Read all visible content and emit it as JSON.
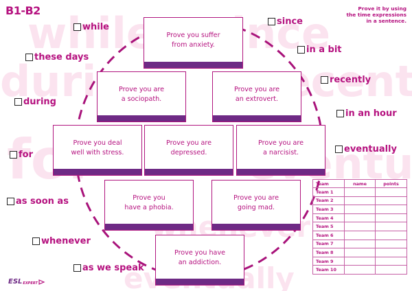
{
  "header": {
    "level": "B1-B2"
  },
  "instructions": [
    "Prove it by using",
    "the time expressions",
    "in a sentence."
  ],
  "cards": [
    {
      "lines": [
        "Prove you suffer",
        "from anxiety."
      ]
    },
    {
      "lines": [
        "Prove you are",
        "a sociopath."
      ]
    },
    {
      "lines": [
        "Prove you are",
        "an extrovert."
      ]
    },
    {
      "lines": [
        "Prove you deal",
        "well with stress."
      ]
    },
    {
      "lines": [
        "Prove you are",
        "depressed."
      ]
    },
    {
      "lines": [
        "Prove you are",
        "a narcisist."
      ]
    },
    {
      "lines": [
        "Prove you",
        "have a phobia."
      ]
    },
    {
      "lines": [
        "Prove you are",
        "going mad."
      ]
    },
    {
      "lines": [
        "Prove you have",
        "an addiction."
      ]
    }
  ],
  "expressions": [
    {
      "label": "while"
    },
    {
      "label": "since"
    },
    {
      "label": "these days"
    },
    {
      "label": "in a bit"
    },
    {
      "label": "recently"
    },
    {
      "label": "during"
    },
    {
      "label": "in an hour"
    },
    {
      "label": "for"
    },
    {
      "label": "eventually"
    },
    {
      "label": "as soon as"
    },
    {
      "label": "whenever"
    },
    {
      "label": "as we speak"
    }
  ],
  "scoreboard": {
    "headers": [
      "Team",
      "name",
      "points"
    ],
    "rows": [
      "Team 1",
      "Team 2",
      "Team 3",
      "Team 4",
      "Team 5",
      "Team 6",
      "Team 7",
      "Team 8",
      "Team 9",
      "Team 10"
    ]
  },
  "logo": {
    "main": "ESL",
    "sub": "EXPERT"
  },
  "colors": {
    "accent": "#b5117f",
    "bar": "#6e2a85",
    "watermark": "#fbe6f1"
  }
}
